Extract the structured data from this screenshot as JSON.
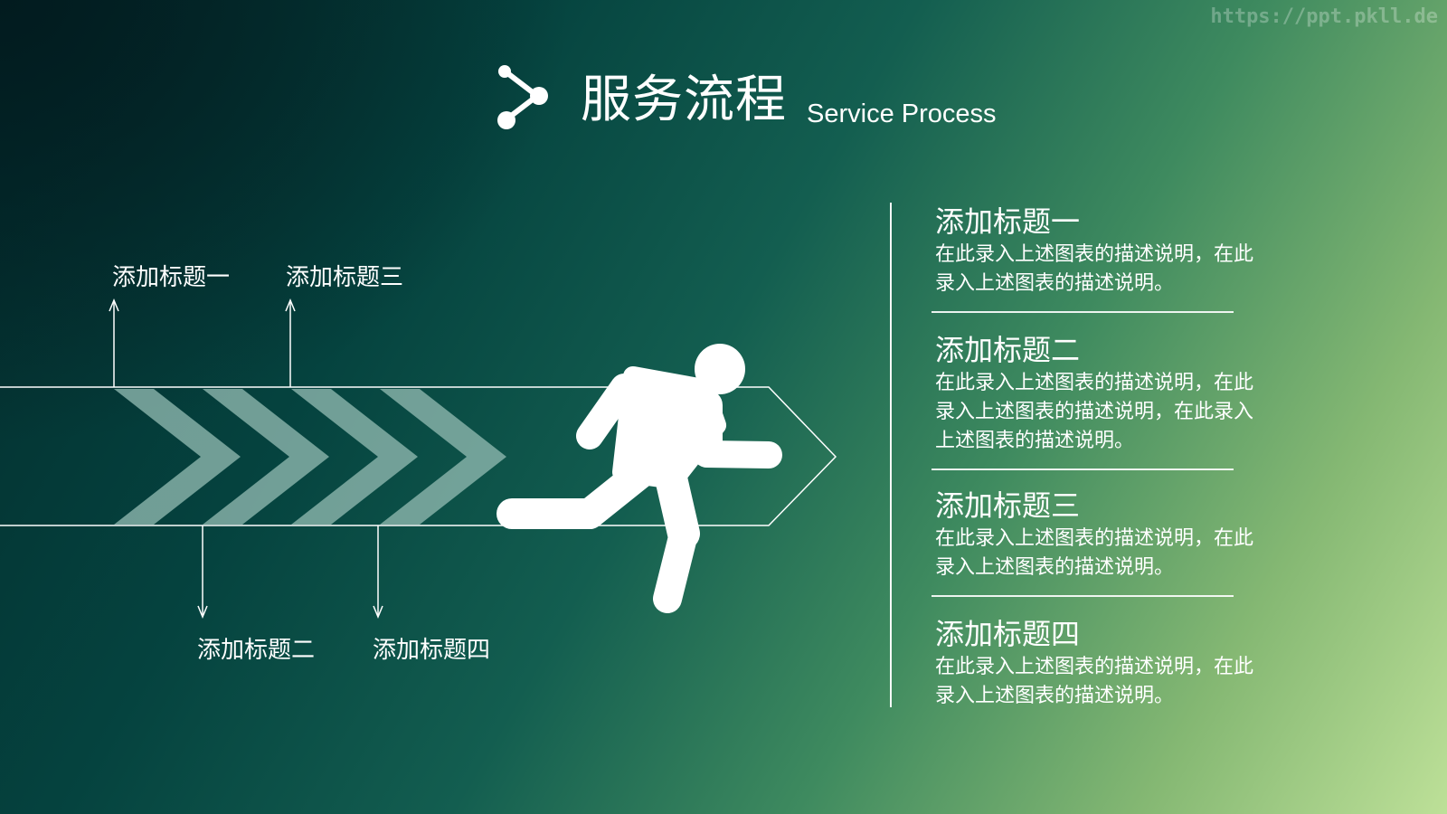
{
  "watermark": "https://ppt.pkll.de",
  "header": {
    "title": "服务流程",
    "subtitle": "Service Process",
    "icon": "share-nodes-icon"
  },
  "diagram": {
    "runner_icon": "running-person-icon",
    "top_labels": [
      "添加标题一",
      "添加标题三"
    ],
    "bottom_labels": [
      "添加标题二",
      "添加标题四"
    ]
  },
  "items": [
    {
      "title": "添加标题一",
      "desc": "在此录入上述图表的描述说明，在此录入上述图表的描述说明。"
    },
    {
      "title": "添加标题二",
      "desc": "在此录入上述图表的描述说明，在此录入上述图表的描述说明，在此录入上述图表的描述说明。"
    },
    {
      "title": "添加标题三",
      "desc": "在此录入上述图表的描述说明，在此录入上述图表的描述说明。"
    },
    {
      "title": "添加标题四",
      "desc": "在此录入上述图表的描述说明，在此录入上述图表的描述说明。"
    }
  ],
  "colors": {
    "text": "#ffffff",
    "chevron": "#8fb8b0",
    "bg_dark": "#032b2c",
    "bg_light": "#bde098"
  }
}
